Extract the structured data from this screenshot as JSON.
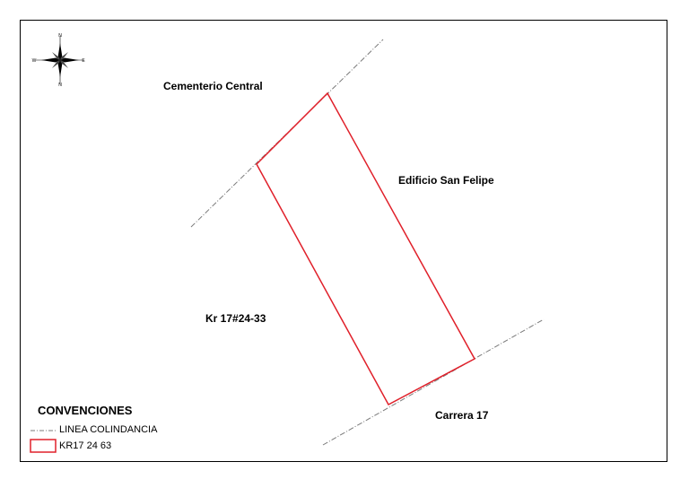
{
  "map": {
    "labels": {
      "north_area": "Cementerio Central",
      "east_area": "Edificio San Felipe",
      "west_area": "Kr 17#24-33",
      "south_area": "Carrera 17"
    },
    "compass": {
      "n_top": "N",
      "n_bottom": "N",
      "w": "W",
      "e": "E"
    }
  },
  "legend": {
    "title": "CONVENCIONES",
    "items": [
      {
        "label": "LINEA COLINDANCIA",
        "symbol": "dash-dot-line",
        "color": "#7a7a7a"
      },
      {
        "label": "KR17 24 63",
        "symbol": "red-outline-rect",
        "color": "#e0202a"
      }
    ]
  },
  "colors": {
    "parcel_outline": "#e0202a",
    "boundary_line": "#7a7a7a",
    "frame": "#000000"
  }
}
